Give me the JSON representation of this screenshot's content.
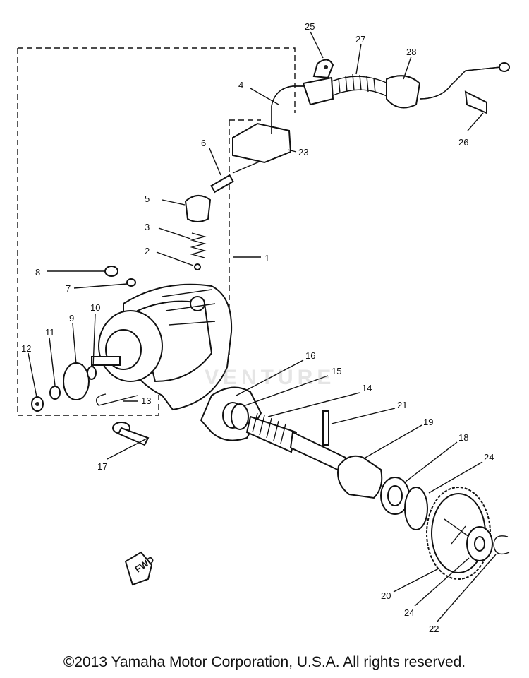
{
  "figure": {
    "parts": [
      {
        "num": "25"
      },
      {
        "num": "27"
      },
      {
        "num": "28"
      },
      {
        "num": "4"
      },
      {
        "num": "26"
      },
      {
        "num": "23"
      },
      {
        "num": "6"
      },
      {
        "num": "5"
      },
      {
        "num": "3"
      },
      {
        "num": "2"
      },
      {
        "num": "1"
      },
      {
        "num": "8"
      },
      {
        "num": "7"
      },
      {
        "num": "10"
      },
      {
        "num": "9"
      },
      {
        "num": "11"
      },
      {
        "num": "12"
      },
      {
        "num": "13"
      },
      {
        "num": "16"
      },
      {
        "num": "15"
      },
      {
        "num": "14"
      },
      {
        "num": "21"
      },
      {
        "num": "19"
      },
      {
        "num": "18"
      },
      {
        "num": "24"
      },
      {
        "num": "17"
      },
      {
        "num": "20"
      },
      {
        "num": "24"
      },
      {
        "num": "22"
      }
    ],
    "direction_badge": "FWD",
    "watermark": "VENTURE",
    "copyright": "©2013 Yamaha Motor Corporation, U.S.A. All rights reserved."
  },
  "colors": {
    "ink": "#111111",
    "background": "#ffffff"
  }
}
